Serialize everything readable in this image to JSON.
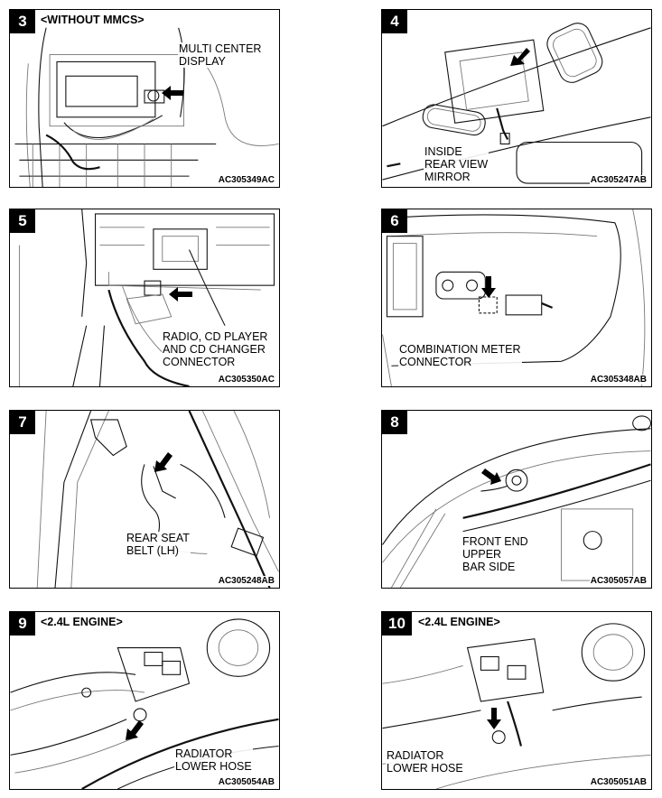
{
  "panels": [
    {
      "number": "3",
      "condition": "<WITHOUT MMCS>",
      "label": "MULTI CENTER\nDISPLAY",
      "code": "AC305349AC"
    },
    {
      "number": "4",
      "condition": "",
      "label": "INSIDE\nREAR VIEW\nMIRROR",
      "code": "AC305247AB"
    },
    {
      "number": "5",
      "condition": "",
      "label": "RADIO, CD PLAYER\nAND CD CHANGER\nCONNECTOR",
      "code": "AC305350AC"
    },
    {
      "number": "6",
      "condition": "",
      "label": "COMBINATION METER\nCONNECTOR",
      "code": "AC305348AB"
    },
    {
      "number": "7",
      "condition": "",
      "label": "REAR SEAT\nBELT (LH)",
      "code": "AC305248AB"
    },
    {
      "number": "8",
      "condition": "",
      "label": "FRONT END\nUPPER\nBAR SIDE",
      "code": "AC305057AB"
    },
    {
      "number": "9",
      "condition": "<2.4L ENGINE>",
      "label": "RADIATOR\nLOWER HOSE",
      "code": "AC305054AB"
    },
    {
      "number": "10",
      "condition": "<2.4L ENGINE>",
      "label": "RADIATOR\nLOWER HOSE",
      "code": "AC305051AB"
    }
  ]
}
